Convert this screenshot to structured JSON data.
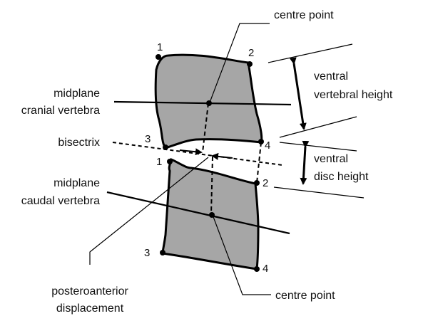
{
  "labels": {
    "centre_point_top": "centre point",
    "centre_point_bottom": "centre point",
    "ventral_vertebral_height_1": "ventral",
    "ventral_vertebral_height_2": "vertebral height",
    "midplane_cranial_1": "midplane",
    "midplane_cranial_2": "cranial vertebra",
    "bisectrix": "bisectrix",
    "ventral_disc_height_1": "ventral",
    "ventral_disc_height_2": "disc height",
    "midplane_caudal_1": "midplane",
    "midplane_caudal_2": "caudal vertebra",
    "posteroanterior_1": "posteroanterior",
    "posteroanterior_2": "displacement"
  },
  "landmarks": {
    "cranial": [
      "1",
      "2",
      "3",
      "4"
    ],
    "caudal": [
      "1",
      "2",
      "3",
      "4"
    ]
  },
  "colors": {
    "vertebra_fill": "#a6a6a6",
    "line": "#000000"
  }
}
